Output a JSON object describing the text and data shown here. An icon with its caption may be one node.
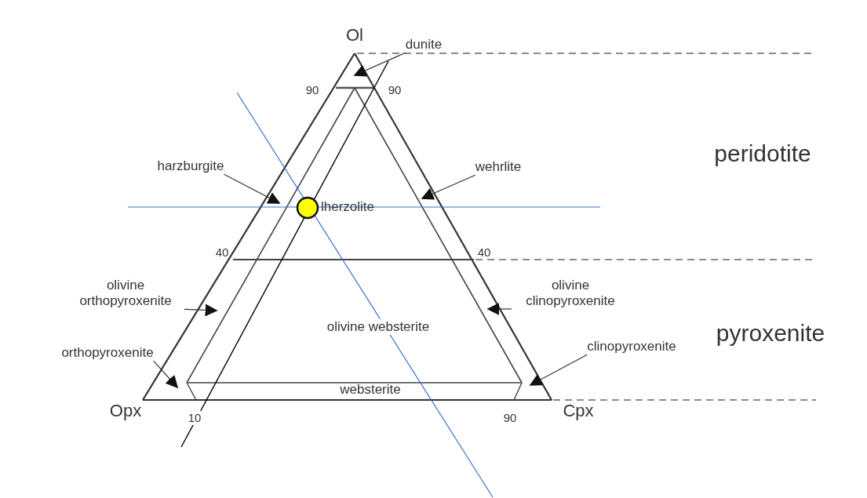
{
  "diagram": {
    "nodes": [
      {
        "text": [
          "dunite"
        ]
      },
      {
        "text": [
          "harzburgite"
        ]
      },
      {
        "text": [
          "wehrlite"
        ]
      },
      {
        "text": [
          "olivine orthopyroxenite"
        ]
      },
      {
        "text": [
          "olivine clinopyroxenite"
        ]
      },
      {
        "text": [
          "orthopyroxenite"
        ]
      },
      {
        "text": [
          "clinopyroxenite"
        ]
      }
    ],
    "edges": [
      {
        "from": 0,
        "to": null,
        "arrow": "to"
      },
      {
        "from": 1,
        "to": null,
        "arrow": "to"
      },
      {
        "from": 2,
        "to": null,
        "arrow": "to"
      },
      {
        "from": 3,
        "to": null,
        "arrow": "to"
      },
      {
        "from": 4,
        "to": null,
        "arrow": "to"
      },
      {
        "from": 5,
        "to": null,
        "arrow": "to"
      },
      {
        "from": 6,
        "to": null,
        "arrow": "to"
      }
    ],
    "labels": [
      "Ol",
      "90",
      "90",
      "peridotite",
      "lherzolite",
      "40",
      "40",
      "pyroxenite",
      "olivine websterite",
      "websterite",
      "Opx",
      "Cpx",
      "10",
      "90"
    ]
  }
}
